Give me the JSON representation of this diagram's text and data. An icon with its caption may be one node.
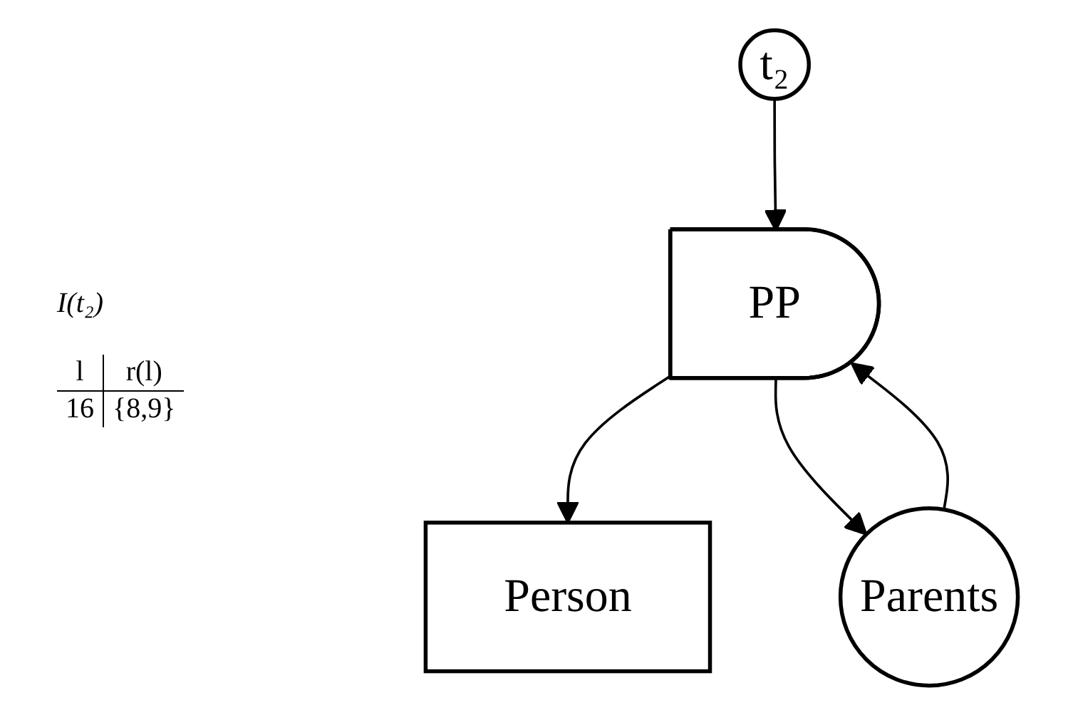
{
  "diagram": {
    "nodes": [
      {
        "text": [
          "t₂"
        ]
      },
      {
        "text": [
          "PP"
        ]
      },
      {
        "text": [
          "Person"
        ]
      },
      {
        "text": [
          "Parents"
        ]
      }
    ],
    "edges": [
      {
        "from": 0,
        "to": 1,
        "arrow": "to"
      },
      {
        "from": 1,
        "to": 2,
        "arrow": "to"
      },
      {
        "from": 1,
        "to": 3,
        "arrow": "to"
      },
      {
        "from": 3,
        "to": 1,
        "arrow": "to"
      }
    ],
    "labels": [
      "I(t₂)",
      "l",
      "r(l)",
      "16",
      "{8,9}"
    ]
  }
}
